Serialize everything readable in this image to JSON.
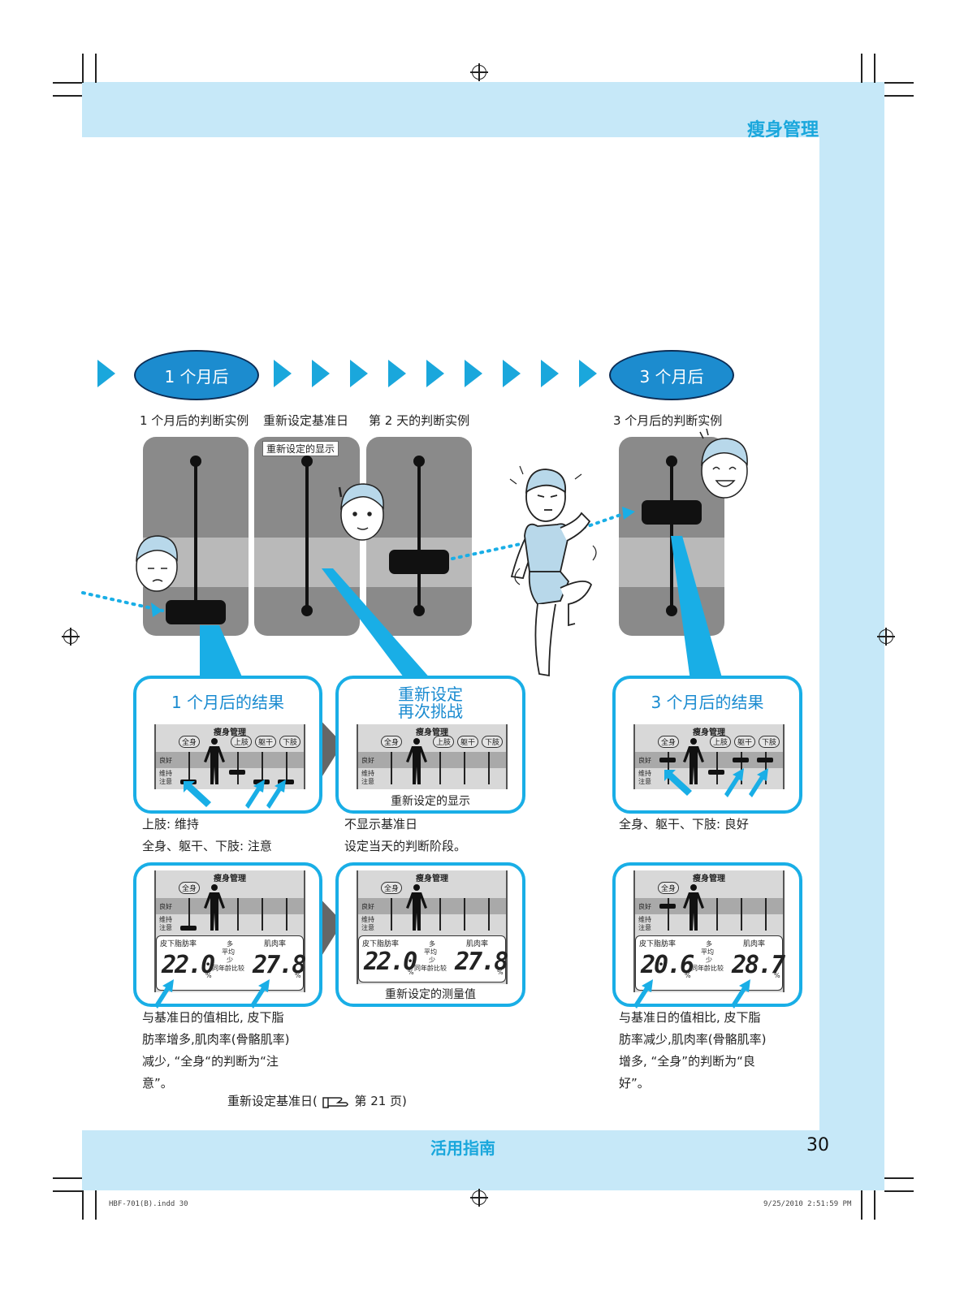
{
  "header": {
    "section_title": "瘦身管理"
  },
  "timeline": {
    "label_1": "1 个月后",
    "label_3": "3 个月后"
  },
  "captions": {
    "c1": "1 个月后的判断实例",
    "c2": "重新设定基准日",
    "c3": "第 2 天的判断实例",
    "c4": "3 个月后的判断实例",
    "reset_tag": "重新设定的显示"
  },
  "boxes": {
    "b1_title": "1 个月后的结果",
    "b2_title_1": "重新设定",
    "b2_title_2": "再次挑战",
    "b3_title": "3 个月后的结果",
    "b2_caption": "重新设定的显示",
    "b5_caption": "重新设定的测量值"
  },
  "lcd": {
    "title": "瘦身管理",
    "whole": "全身",
    "upper": "上肢",
    "trunk": "躯干",
    "lower": "下肢",
    "good": "良好",
    "keep": "维持",
    "warn": "注意",
    "fat": "皮下脂肪率",
    "muscle": "肌肉率",
    "more": "多",
    "avg": "平均",
    "less": "少",
    "compare": "同年龄比较",
    "pct": "%"
  },
  "values": {
    "fat_1": "22.0",
    "muscle_1": "27.8",
    "fat_2": "22.0",
    "muscle_2": "27.8",
    "fat_3": "20.6",
    "muscle_3": "28.7"
  },
  "notes": {
    "n1_l1": "上肢: 维持",
    "n1_l2": "全身、躯干、下肢: 注意",
    "n2_l1": "不显示基准日",
    "n2_l2": "设定当天的判断阶段。",
    "n3_l1": "全身、躯干、下肢: 良好",
    "n4_l1": "与基准日的值相比, 皮下脂",
    "n4_l2": "肪率增多,肌肉率(骨骼肌率)",
    "n4_l3": "减少, “全身“的判断为“注",
    "n4_l4": "意”。",
    "n5_l1": "与基准日的值相比, 皮下脂",
    "n5_l2": "肪率减少,肌肉率(骨骼肌率)",
    "n5_l3": "增多, “全身”的判断为“良",
    "n5_l4": "好”。",
    "ref_pre": "重新设定基准日(",
    "ref_post": "第 21 页)"
  },
  "footer": {
    "title": "活用指南",
    "page": "30"
  },
  "slug": {
    "left": "HBF-701(B).indd   30",
    "right": "9/25/2010   2:51:59 PM"
  },
  "colors": {
    "accent": "#1aa7dc",
    "band": "#c6e8f8",
    "frame": "#19aee6",
    "ellipse": "#1c8ccf"
  }
}
